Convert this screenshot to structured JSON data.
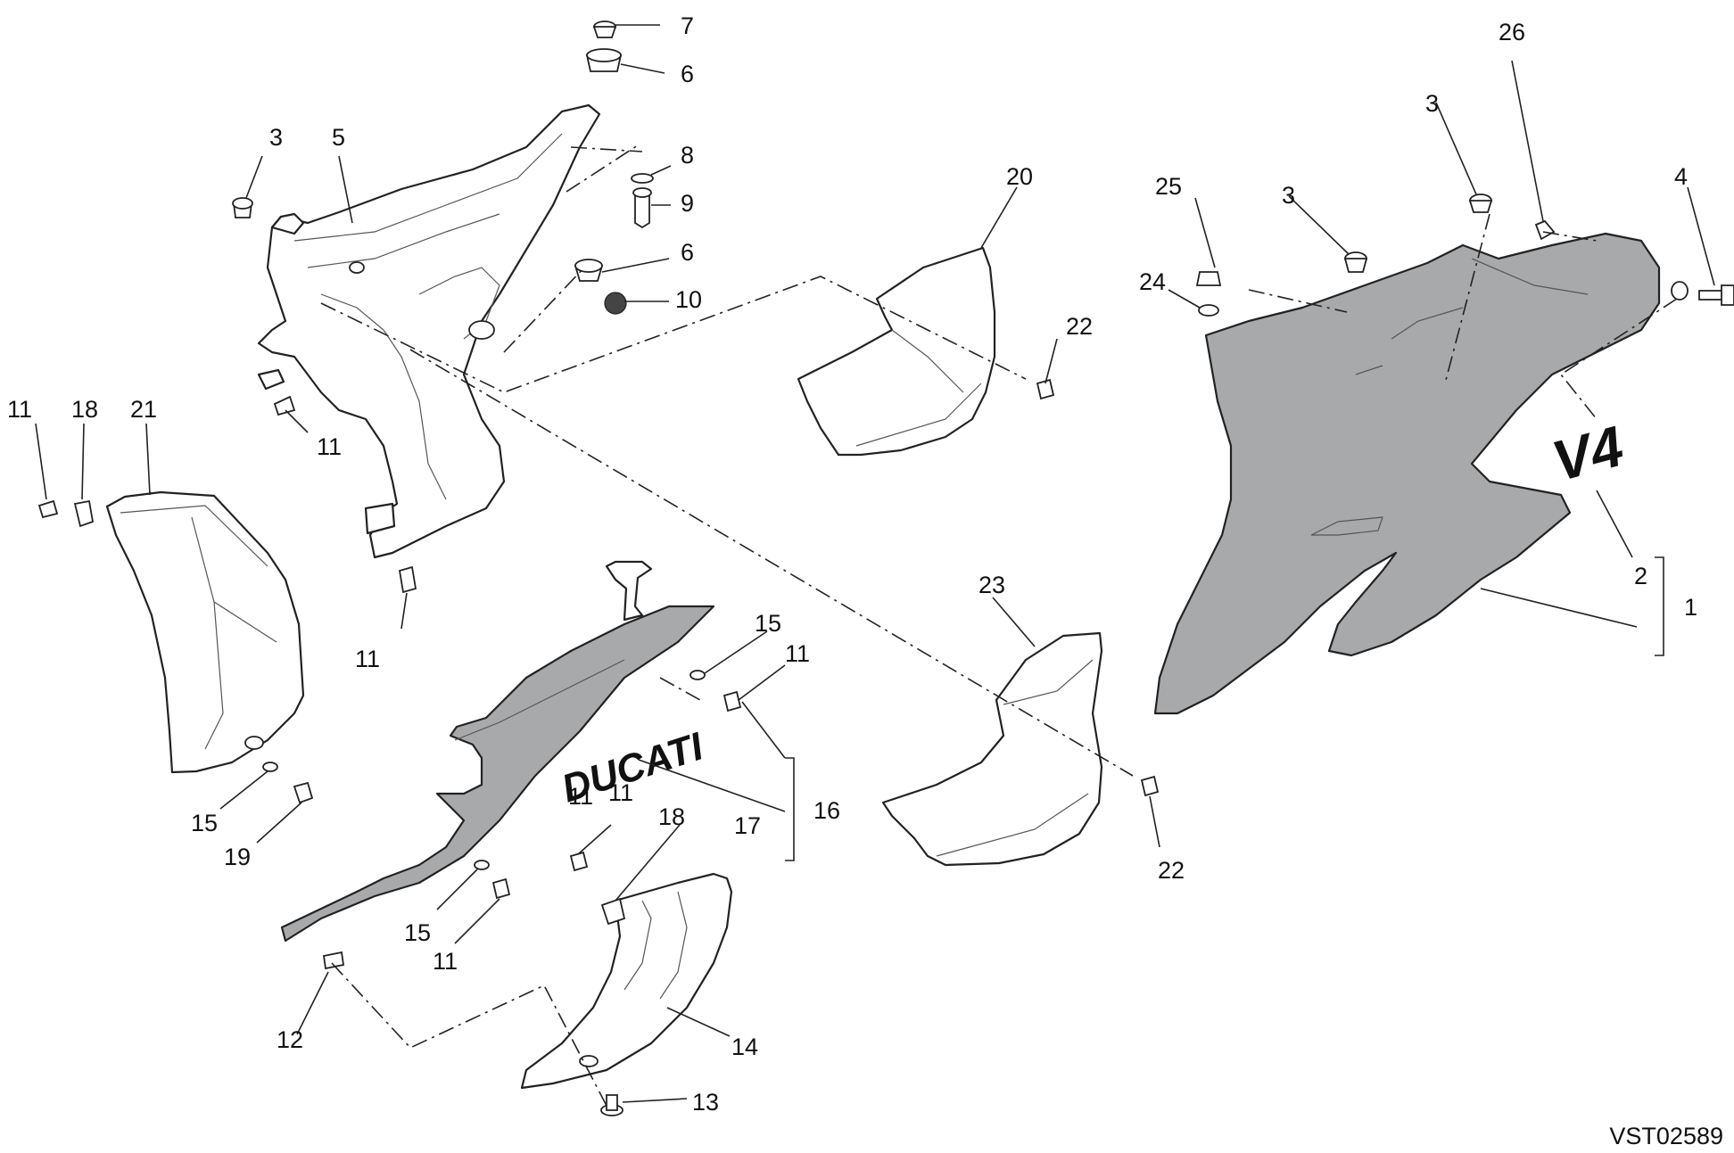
{
  "diagram": {
    "drawing_code": "VST02589",
    "callouts": [
      "1",
      "2",
      "3",
      "3",
      "3",
      "4",
      "5",
      "6",
      "6",
      "7",
      "8",
      "9",
      "10",
      "11",
      "11",
      "11",
      "11",
      "11",
      "11",
      "11",
      "12",
      "13",
      "14",
      "15",
      "15",
      "15",
      "16",
      "17",
      "18",
      "18",
      "19",
      "20",
      "21",
      "22",
      "22",
      "23",
      "24",
      "25",
      "26"
    ],
    "logos": {
      "brand": "DUCATI",
      "model": "V4"
    },
    "colors": {
      "line": "#222222",
      "grey_part": "#a8a9ab",
      "background": "#ffffff"
    }
  }
}
